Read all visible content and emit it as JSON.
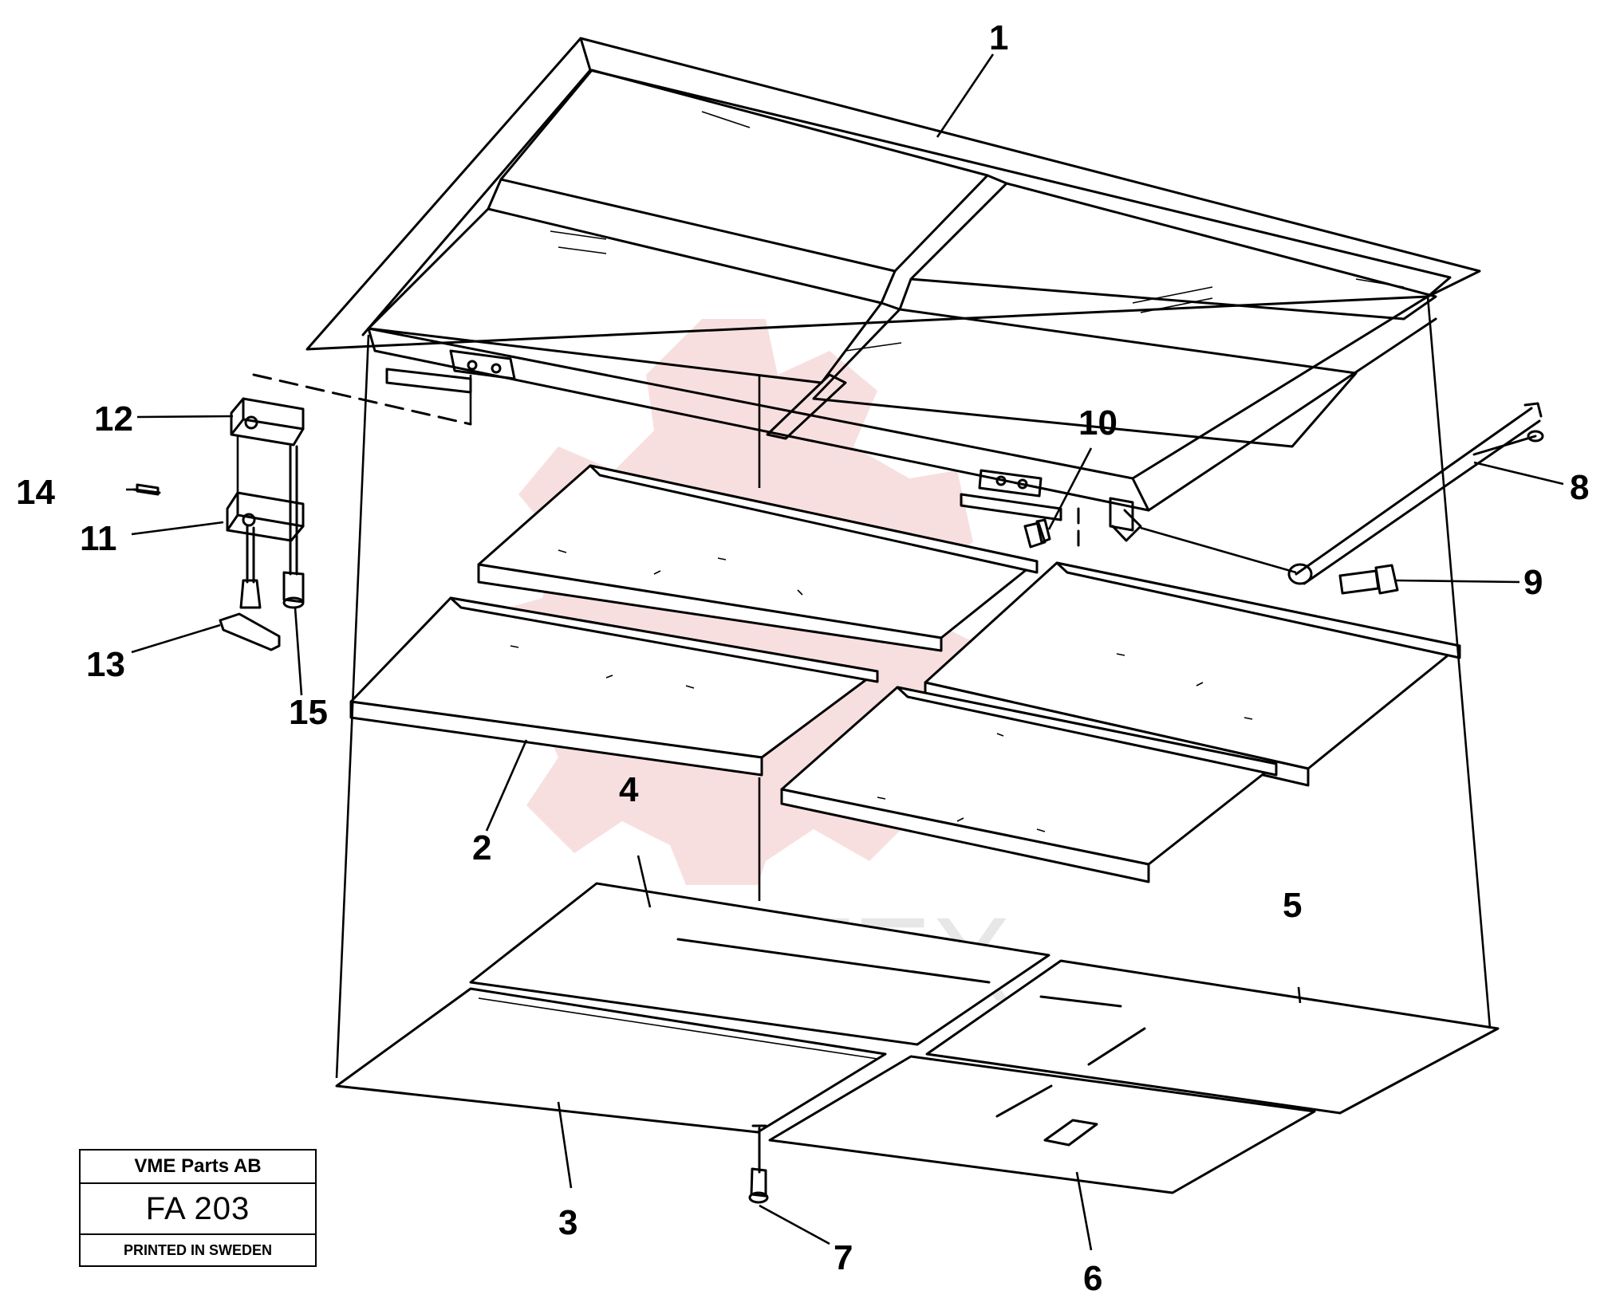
{
  "callouts": [
    {
      "id": "1",
      "label": "1"
    },
    {
      "id": "2",
      "label": "2"
    },
    {
      "id": "3",
      "label": "3"
    },
    {
      "id": "4",
      "label": "4"
    },
    {
      "id": "5",
      "label": "5"
    },
    {
      "id": "6",
      "label": "6"
    },
    {
      "id": "7",
      "label": "7"
    },
    {
      "id": "8",
      "label": "8"
    },
    {
      "id": "9",
      "label": "9"
    },
    {
      "id": "10",
      "label": "10"
    },
    {
      "id": "11",
      "label": "11"
    },
    {
      "id": "12",
      "label": "12"
    },
    {
      "id": "13",
      "label": "13"
    },
    {
      "id": "14",
      "label": "14"
    },
    {
      "id": "15",
      "label": "15"
    }
  ],
  "title_block": {
    "company": "VME Parts AB",
    "code": "FA 203",
    "printed": "PRINTED IN SWEDEN"
  },
  "watermark": {
    "text": "ИНТЕХ",
    "color": "#f3c4c4"
  },
  "colors": {
    "line": "#000000",
    "background": "#ffffff"
  }
}
